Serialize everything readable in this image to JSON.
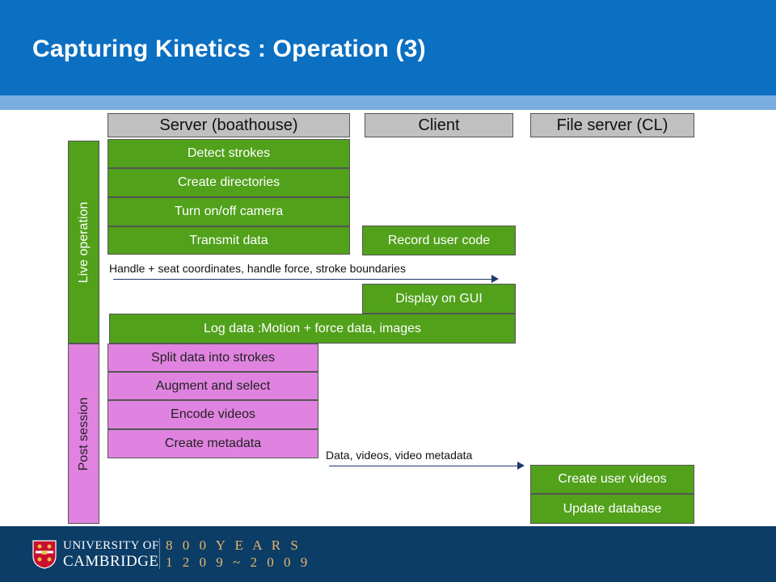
{
  "title": "Capturing Kinetics : Operation (3)",
  "columns": {
    "server": "Server (boathouse)",
    "client": "Client",
    "file_server": "File server (CL)"
  },
  "phases": {
    "live": "Live operation",
    "post": "Post session"
  },
  "server_live": [
    "Detect strokes",
    "Create directories",
    "Turn on/off camera",
    "Transmit data"
  ],
  "client_live": {
    "record": "Record user code",
    "display": "Display on GUI"
  },
  "arrow1_label": "Handle + seat coordinates, handle force, stroke boundaries",
  "log_data": "Log data :Motion + force data, images",
  "server_post": [
    "Split data into strokes",
    "Augment and select",
    "Encode videos",
    "Create metadata"
  ],
  "arrow2_label": "Data, videos, video metadata",
  "file_server_post": [
    "Create user videos",
    "Update database"
  ],
  "footer": {
    "university_top": "UNIVERSITY OF",
    "university_bottom": "CAMBRIDGE",
    "years_top": "8 0 0 Y E A R S",
    "years_bottom": "1 2 0 9 ~ 2 0 0 9"
  },
  "colors": {
    "header_blue": "#0b6fc2",
    "live_green": "#51a11b",
    "post_pink": "#e083e0",
    "column_gray": "#c0c0c0",
    "footer_navy": "#0b3d66"
  }
}
